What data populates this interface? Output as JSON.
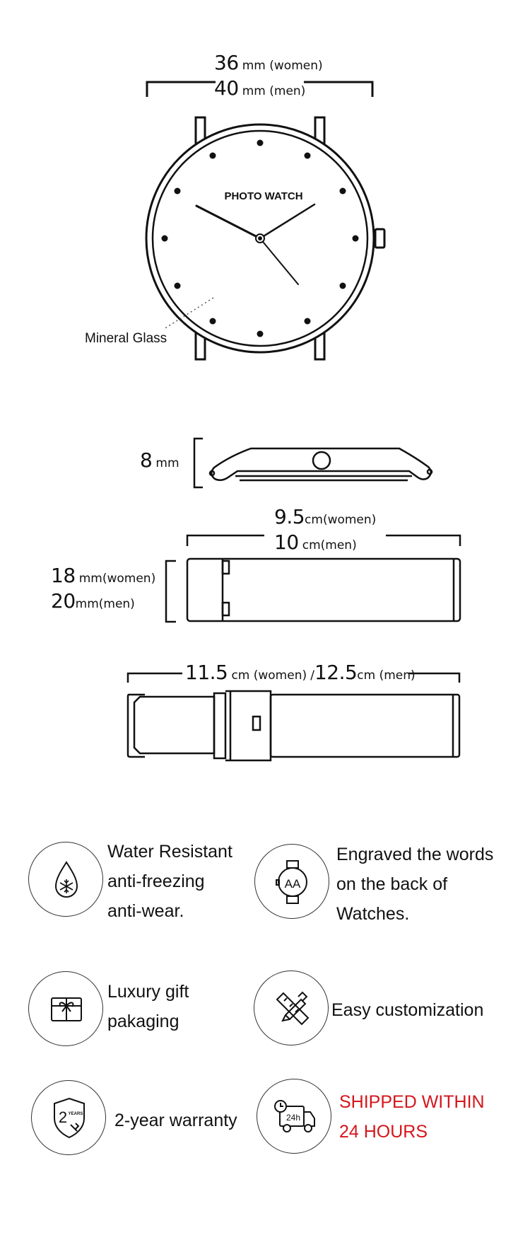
{
  "diagram": {
    "watch_width": {
      "women_value": "36",
      "women_unit": "mm (women)",
      "men_value": "40",
      "men_unit": "mm (men)"
    },
    "brand": "PHOTO WATCH",
    "glass_label": "Mineral Glass",
    "thickness": {
      "value": "8",
      "unit": "mm"
    },
    "strap_long": {
      "women_value": "9.5",
      "women_unit": "cm(women)",
      "men_value": "10",
      "men_unit": "cm(men)"
    },
    "strap_width": {
      "women_value": "18",
      "women_unit": "mm(women)",
      "men_value": "20",
      "men_unit": "mm(men)"
    },
    "strap_buckle": {
      "women_value": "11.5",
      "women_unit": "cm (women)",
      "separator": "/",
      "men_value": "12.5",
      "men_unit": "cm (men)"
    }
  },
  "features": [
    {
      "icon": "water-drop-snowflake-icon",
      "lines": [
        "Water Resistant",
        "anti-freezing",
        "anti-wear."
      ]
    },
    {
      "icon": "watch-engraving-icon",
      "lines": [
        "Engraved the words",
        "on the back of",
        "Watches."
      ]
    },
    {
      "icon": "gift-box-icon",
      "lines": [
        "Luxury gift",
        "pakaging"
      ]
    },
    {
      "icon": "pencil-ruler-icon",
      "lines": [
        "Easy customization"
      ]
    },
    {
      "icon": "warranty-shield-icon",
      "lines": [
        "2-year warranty"
      ]
    },
    {
      "icon": "delivery-truck-icon",
      "lines": [
        "SHIPPED WITHIN",
        "24 HOURS"
      ],
      "color": "#d4161c"
    }
  ],
  "icon_text": {
    "engrave_letters": "AA",
    "warranty_number": "2",
    "warranty_word": "YEARS",
    "truck_label": "24h"
  }
}
